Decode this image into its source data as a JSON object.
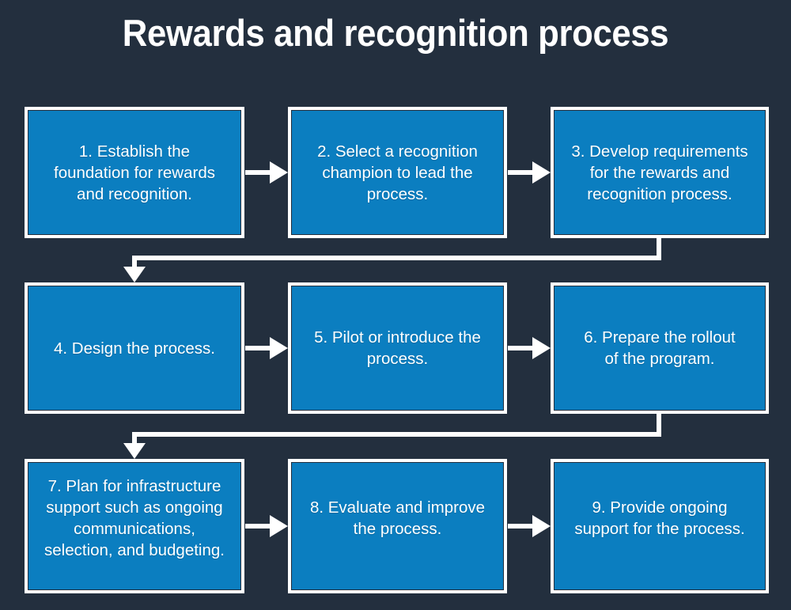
{
  "page": {
    "title": "Rewards and recognition process",
    "background_color": "#232f3e",
    "box_fill_color": "#0b7ec0",
    "box_border_color": "#ffffff",
    "text_color": "#ffffff",
    "connector_color": "#ffffff"
  },
  "diagram_data": {
    "type": "flowchart",
    "title": "Rewards and recognition process",
    "layout": "3 rows x 3 columns, left-to-right serpentine",
    "node_count": 9,
    "nodes": [
      {
        "id": 1,
        "number": "1.",
        "label": "1. Establish the foundation for rewards and recognition.",
        "row": 1,
        "col": 1
      },
      {
        "id": 2,
        "number": "2.",
        "label": "2. Select a recognition champion to lead the process.",
        "row": 1,
        "col": 2
      },
      {
        "id": 3,
        "number": "3.",
        "label": "3. Develop requirements for the rewards and recognition process.",
        "row": 1,
        "col": 3
      },
      {
        "id": 4,
        "number": "4.",
        "label": "4. Design the process.",
        "row": 2,
        "col": 1
      },
      {
        "id": 5,
        "number": "5.",
        "label": "5. Pilot or introduce the process.",
        "row": 2,
        "col": 2
      },
      {
        "id": 6,
        "number": "6.",
        "label": "6. Prepare the rollout of the program.",
        "row": 2,
        "col": 3
      },
      {
        "id": 7,
        "number": "7.",
        "label": "7. Plan for infrastructure support such as ongoing communications, selection, and budgeting.",
        "row": 3,
        "col": 1
      },
      {
        "id": 8,
        "number": "8.",
        "label": "8. Evaluate and improve the process.",
        "row": 3,
        "col": 2
      },
      {
        "id": 9,
        "number": "9.",
        "label": "9. Provide ongoing support for the process.",
        "row": 3,
        "col": 3
      }
    ],
    "edges": [
      {
        "from": 1,
        "to": 2,
        "style": "straight-right-arrow"
      },
      {
        "from": 2,
        "to": 3,
        "style": "straight-right-arrow"
      },
      {
        "from": 3,
        "to": 4,
        "style": "wrap-down-left-arrow"
      },
      {
        "from": 4,
        "to": 5,
        "style": "straight-right-arrow"
      },
      {
        "from": 5,
        "to": 6,
        "style": "straight-right-arrow"
      },
      {
        "from": 6,
        "to": 7,
        "style": "wrap-down-left-arrow"
      },
      {
        "from": 7,
        "to": 8,
        "style": "straight-right-arrow"
      },
      {
        "from": 8,
        "to": 9,
        "style": "straight-right-arrow"
      }
    ]
  },
  "boxes": {
    "box1": "1. Establish the\nfoundation for rewards\nand recognition.",
    "box2": "2. Select a recognition\nchampion to lead the\nprocess.",
    "box3": "3. Develop requirements\nfor the rewards and\nrecognition process.",
    "box4": "4. Design the process.",
    "box5": "5. Pilot or introduce the\nprocess.",
    "box6": "6. Prepare the rollout\nof the program.",
    "box7": "7. Plan for infrastructure\nsupport such as ongoing\ncommunications,\nselection, and budgeting.",
    "box8": "8. Evaluate and improve\nthe process.",
    "box9": "9. Provide ongoing\nsupport for the process."
  }
}
